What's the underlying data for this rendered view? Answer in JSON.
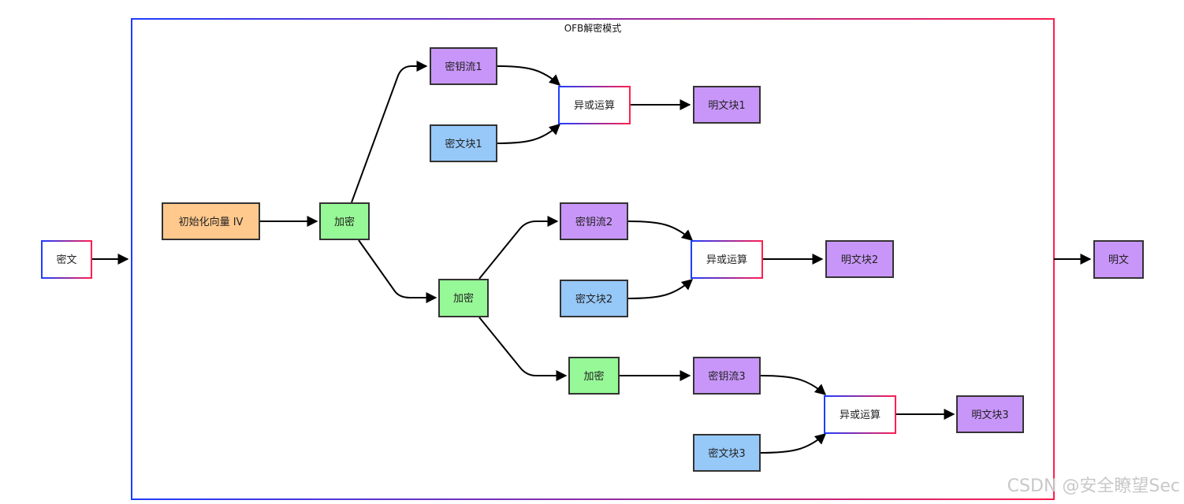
{
  "colors": {
    "purple": "#c896f8",
    "blue": "#96c8f8",
    "green": "#96f896",
    "orange": "#ffc88c",
    "gradient_start": "#1e3cff",
    "gradient_end": "#ff1e50"
  },
  "diagram": {
    "title": "OFB解密模式",
    "nodes": {
      "ciphertext": "密文",
      "plaintext": "明文",
      "iv": "初始化向量 IV",
      "encrypt1": "加密",
      "encrypt2": "加密",
      "encrypt3": "加密",
      "keystream1": "密钥流1",
      "keystream2": "密钥流2",
      "keystream3": "密钥流3",
      "cipherblock1": "密文块1",
      "cipherblock2": "密文块2",
      "cipherblock3": "密文块3",
      "xor1": "异或运算",
      "xor2": "异或运算",
      "xor3": "异或运算",
      "plainblock1": "明文块1",
      "plainblock2": "明文块2",
      "plainblock3": "明文块3"
    }
  },
  "watermark": "CSDN @安全瞭望Sec"
}
